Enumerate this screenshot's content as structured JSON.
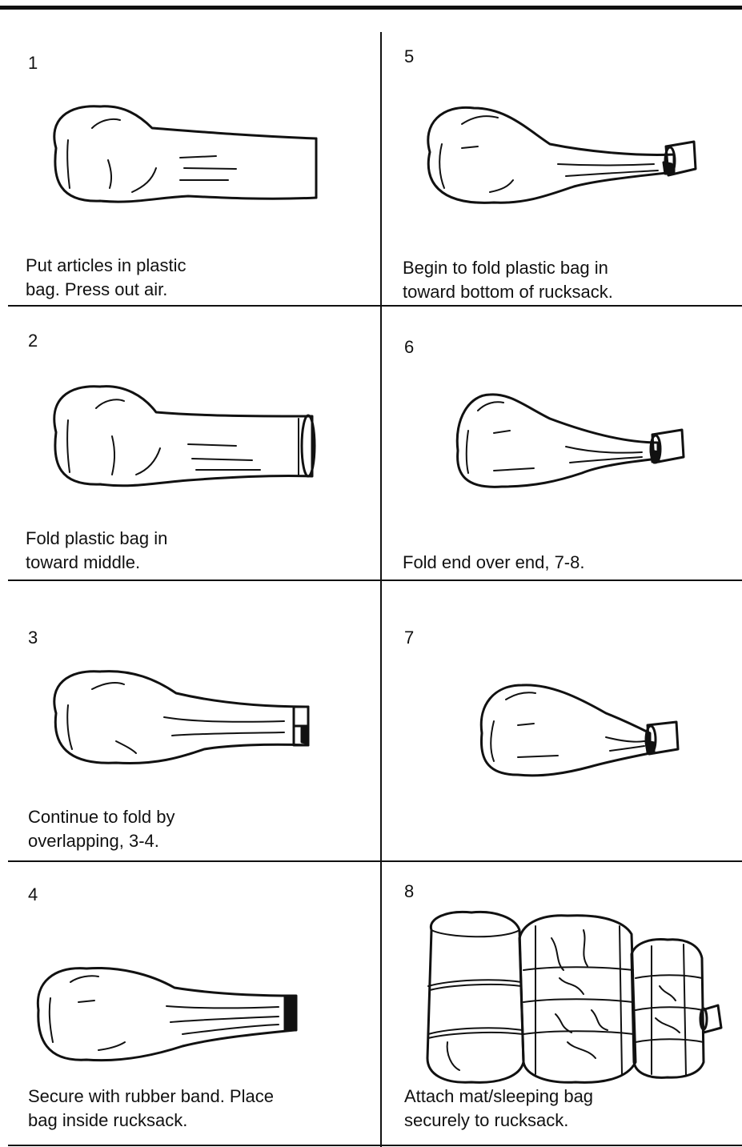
{
  "steps": [
    {
      "number": "1",
      "caption": "Put articles in plastic\nbag. Press out air."
    },
    {
      "number": "2",
      "caption": "Fold plastic bag in\ntoward middle."
    },
    {
      "number": "3",
      "caption": "Continue to fold by\noverlapping, 3-4."
    },
    {
      "number": "4",
      "caption": "Secure with rubber band. Place\nbag inside rucksack."
    },
    {
      "number": "5",
      "caption": "Begin to fold plastic bag in\ntoward bottom of rucksack."
    },
    {
      "number": "6",
      "caption": "Fold end over end, 7-8."
    },
    {
      "number": "7",
      "caption": ""
    },
    {
      "number": "8",
      "caption": "Attach mat/sleeping bag\nsecurely to rucksack."
    }
  ]
}
